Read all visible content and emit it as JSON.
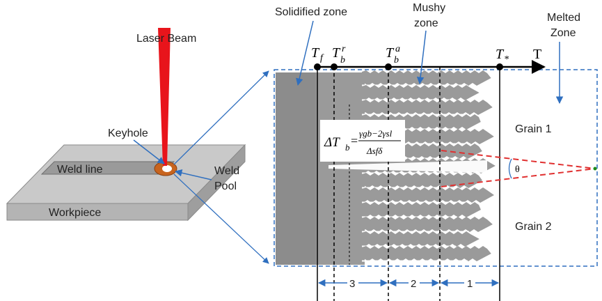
{
  "labels": {
    "laser_beam": "Laser Beam",
    "keyhole": "Keyhole",
    "weld_line": "Weld line",
    "weld_pool_1": "Weld",
    "weld_pool_2": "Pool",
    "workpiece": "Workpiece",
    "solidified_zone": "Solidified zone",
    "mushy_1": "Mushy",
    "mushy_2": "zone",
    "melted_1": "Melted",
    "melted_2": "Zone",
    "grain_1": "Grain 1",
    "grain_2": "Grain 2",
    "theta": "θ"
  },
  "temperature_axis": {
    "axis_label": "T",
    "tf_main": "T",
    "tf_sub": "f",
    "tbr_main": "T",
    "tbr_sub": "b",
    "tbr_sup": "r",
    "tba_main": "T",
    "tba_sub": "b",
    "tba_sup": "a",
    "tstar_main": "T",
    "tstar_sub": "*"
  },
  "formula": {
    "lhs_main": "ΔT",
    "lhs_sub": "b",
    "equals": "=",
    "numerator": "γgb−2γsl",
    "denominator": "Δsfδ"
  },
  "regions": [
    "3",
    "2",
    "1"
  ],
  "colors": {
    "laser": "#e8141b",
    "weld_pool": "#c8641e",
    "accent_blue": "#2f6fbf",
    "grain_gray": "#8c8c8c",
    "dendrite_gray": "#9a9a9a",
    "angle_red": "#e03030",
    "center_green": "#1a8a1a"
  }
}
